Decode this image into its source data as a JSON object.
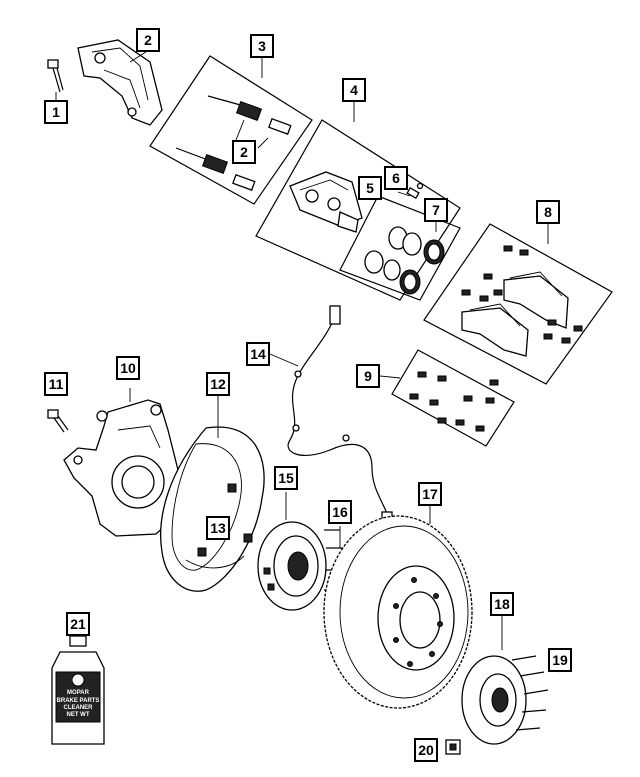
{
  "callouts": [
    {
      "id": "1",
      "label": "1"
    },
    {
      "id": "2",
      "label": "2"
    },
    {
      "id": "2b",
      "label": "2"
    },
    {
      "id": "3",
      "label": "3"
    },
    {
      "id": "4",
      "label": "4"
    },
    {
      "id": "5",
      "label": "5"
    },
    {
      "id": "6",
      "label": "6"
    },
    {
      "id": "7",
      "label": "7"
    },
    {
      "id": "8",
      "label": "8"
    },
    {
      "id": "9",
      "label": "9"
    },
    {
      "id": "10",
      "label": "10"
    },
    {
      "id": "11",
      "label": "11"
    },
    {
      "id": "12",
      "label": "12"
    },
    {
      "id": "13",
      "label": "13"
    },
    {
      "id": "14",
      "label": "14"
    },
    {
      "id": "15",
      "label": "15"
    },
    {
      "id": "16",
      "label": "16"
    },
    {
      "id": "17",
      "label": "17"
    },
    {
      "id": "18",
      "label": "18"
    },
    {
      "id": "19",
      "label": "19"
    },
    {
      "id": "20",
      "label": "20"
    },
    {
      "id": "21",
      "label": "21"
    }
  ],
  "bottle": {
    "brand": "MOPAR",
    "label_lines": [
      "BRAKE PARTS",
      "CLEANER",
      "NET WT"
    ]
  },
  "colors": {
    "line": "#000000",
    "background": "#ffffff",
    "fill_dark": "#222222"
  }
}
